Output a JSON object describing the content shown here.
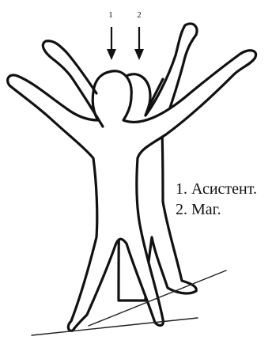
{
  "markers": [
    "1",
    "2"
  ],
  "legend": [
    "1. Асистент.",
    "2. Маг."
  ],
  "colors": {
    "ink": "#111111",
    "paper": "#ffffff"
  }
}
